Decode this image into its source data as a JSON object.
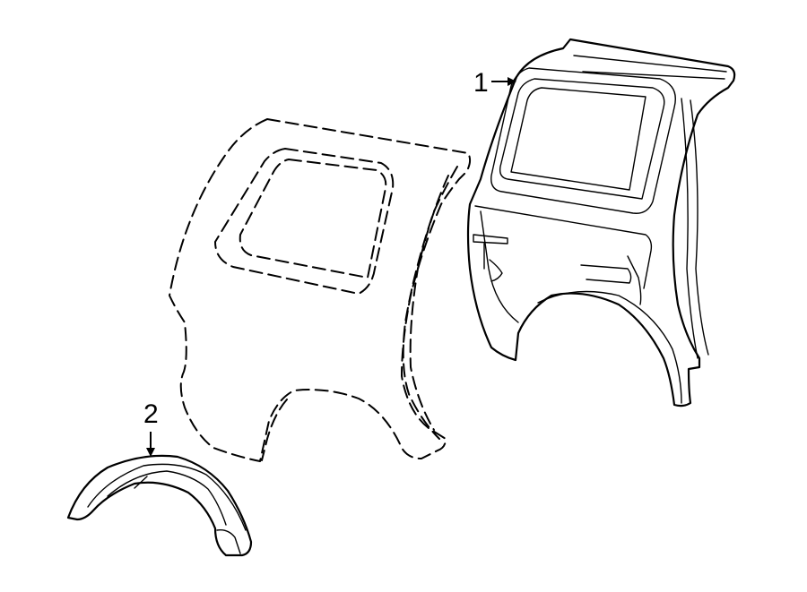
{
  "callouts": [
    {
      "label": "1",
      "part": "quarter-panel-inner-structure"
    },
    {
      "label": "2",
      "part": "wheelhouse-liner"
    }
  ],
  "colors": {
    "line": "#000000",
    "background": "#ffffff"
  }
}
